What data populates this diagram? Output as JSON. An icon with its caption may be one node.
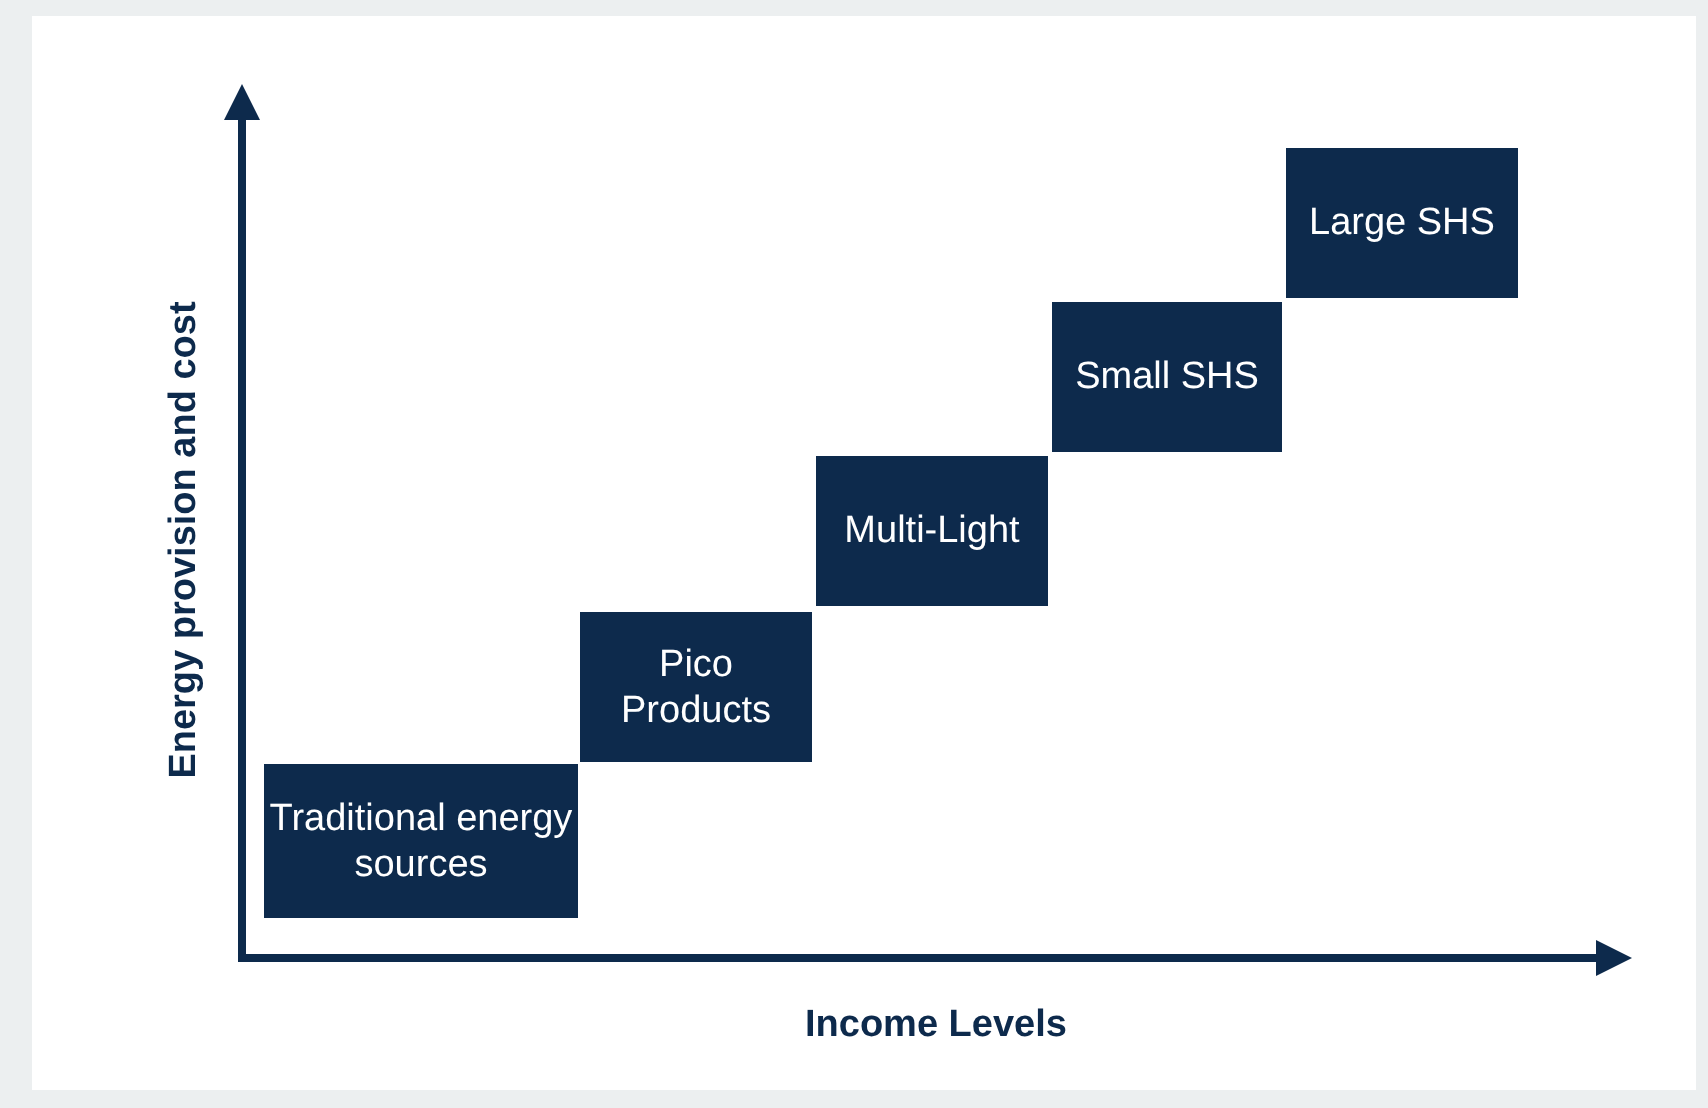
{
  "diagram": {
    "nodes": [
      {
        "text": [
          "Traditional energy sources"
        ]
      },
      {
        "text": [
          "Pico Products"
        ]
      },
      {
        "text": [
          "Multi-Light"
        ]
      },
      {
        "text": [
          "Small SHS"
        ]
      },
      {
        "text": [
          "Large SHS"
        ]
      }
    ],
    "labels": [
      "Energy provision and cost",
      "Income Levels"
    ]
  }
}
